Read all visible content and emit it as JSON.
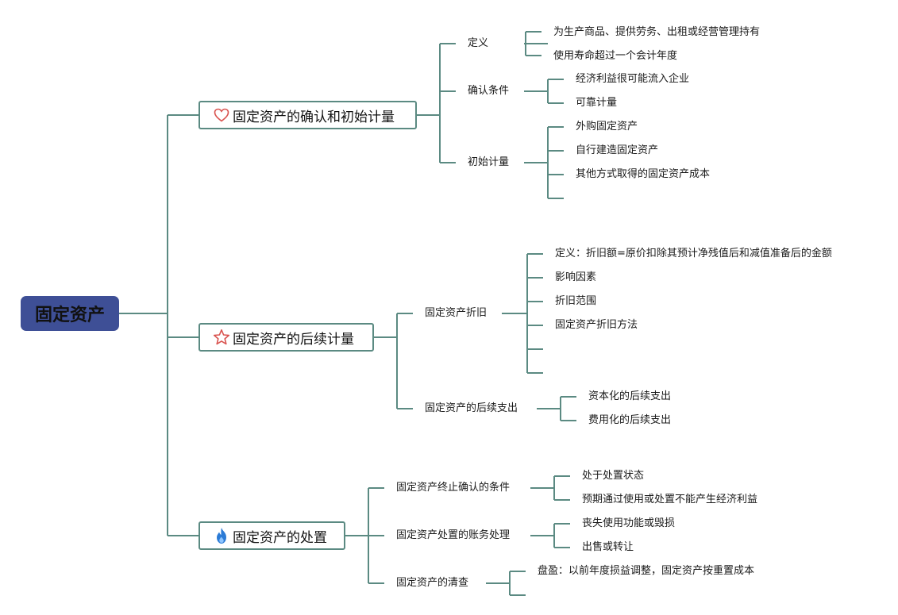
{
  "root": {
    "label": "固定资产"
  },
  "branches": [
    {
      "label": "固定资产的确认和初始计量",
      "icon": "heart-icon",
      "children": [
        {
          "label": "定义",
          "children": [
            "为生产商品、提供劳务、出租或经营管理持有",
            "使用寿命超过一个会计年度"
          ]
        },
        {
          "label": "确认条件",
          "children": [
            "经济利益很可能流入企业",
            "可靠计量"
          ]
        },
        {
          "label": "初始计量",
          "children": [
            "外购固定资产",
            "自行建造固定资产",
            "其他方式取得的固定资产成本",
            ""
          ]
        }
      ]
    },
    {
      "label": "固定资产的后续计量",
      "icon": "star-icon",
      "children": [
        {
          "label": "固定资产折旧",
          "children": [
            "定义：折旧额=原价扣除其预计净残值后和减值准备后的金额",
            "影响因素",
            "折旧范围",
            "固定资产折旧方法",
            "",
            ""
          ]
        },
        {
          "label": "固定资产的后续支出",
          "children": [
            "资本化的后续支出",
            "费用化的后续支出"
          ]
        }
      ]
    },
    {
      "label": "固定资产的处置",
      "icon": "fire-icon",
      "children": [
        {
          "label": "固定资产终止确认的条件",
          "children": [
            "处于处置状态",
            "预期通过使用或处置不能产生经济利益"
          ]
        },
        {
          "label": "固定资产处置的账务处理",
          "children": [
            "丧失使用功能或毁损",
            "出售或转让"
          ]
        },
        {
          "label": "固定资产的清查",
          "children": [
            "盘盈：以前年度损益调整，固定资产按重置成本",
            ""
          ]
        }
      ]
    }
  ],
  "colors": {
    "line": "#5b8a82",
    "root": "#3e4f96",
    "heart": "#d9534f",
    "star": "#d9534f",
    "fire": "#2b7bd6"
  }
}
